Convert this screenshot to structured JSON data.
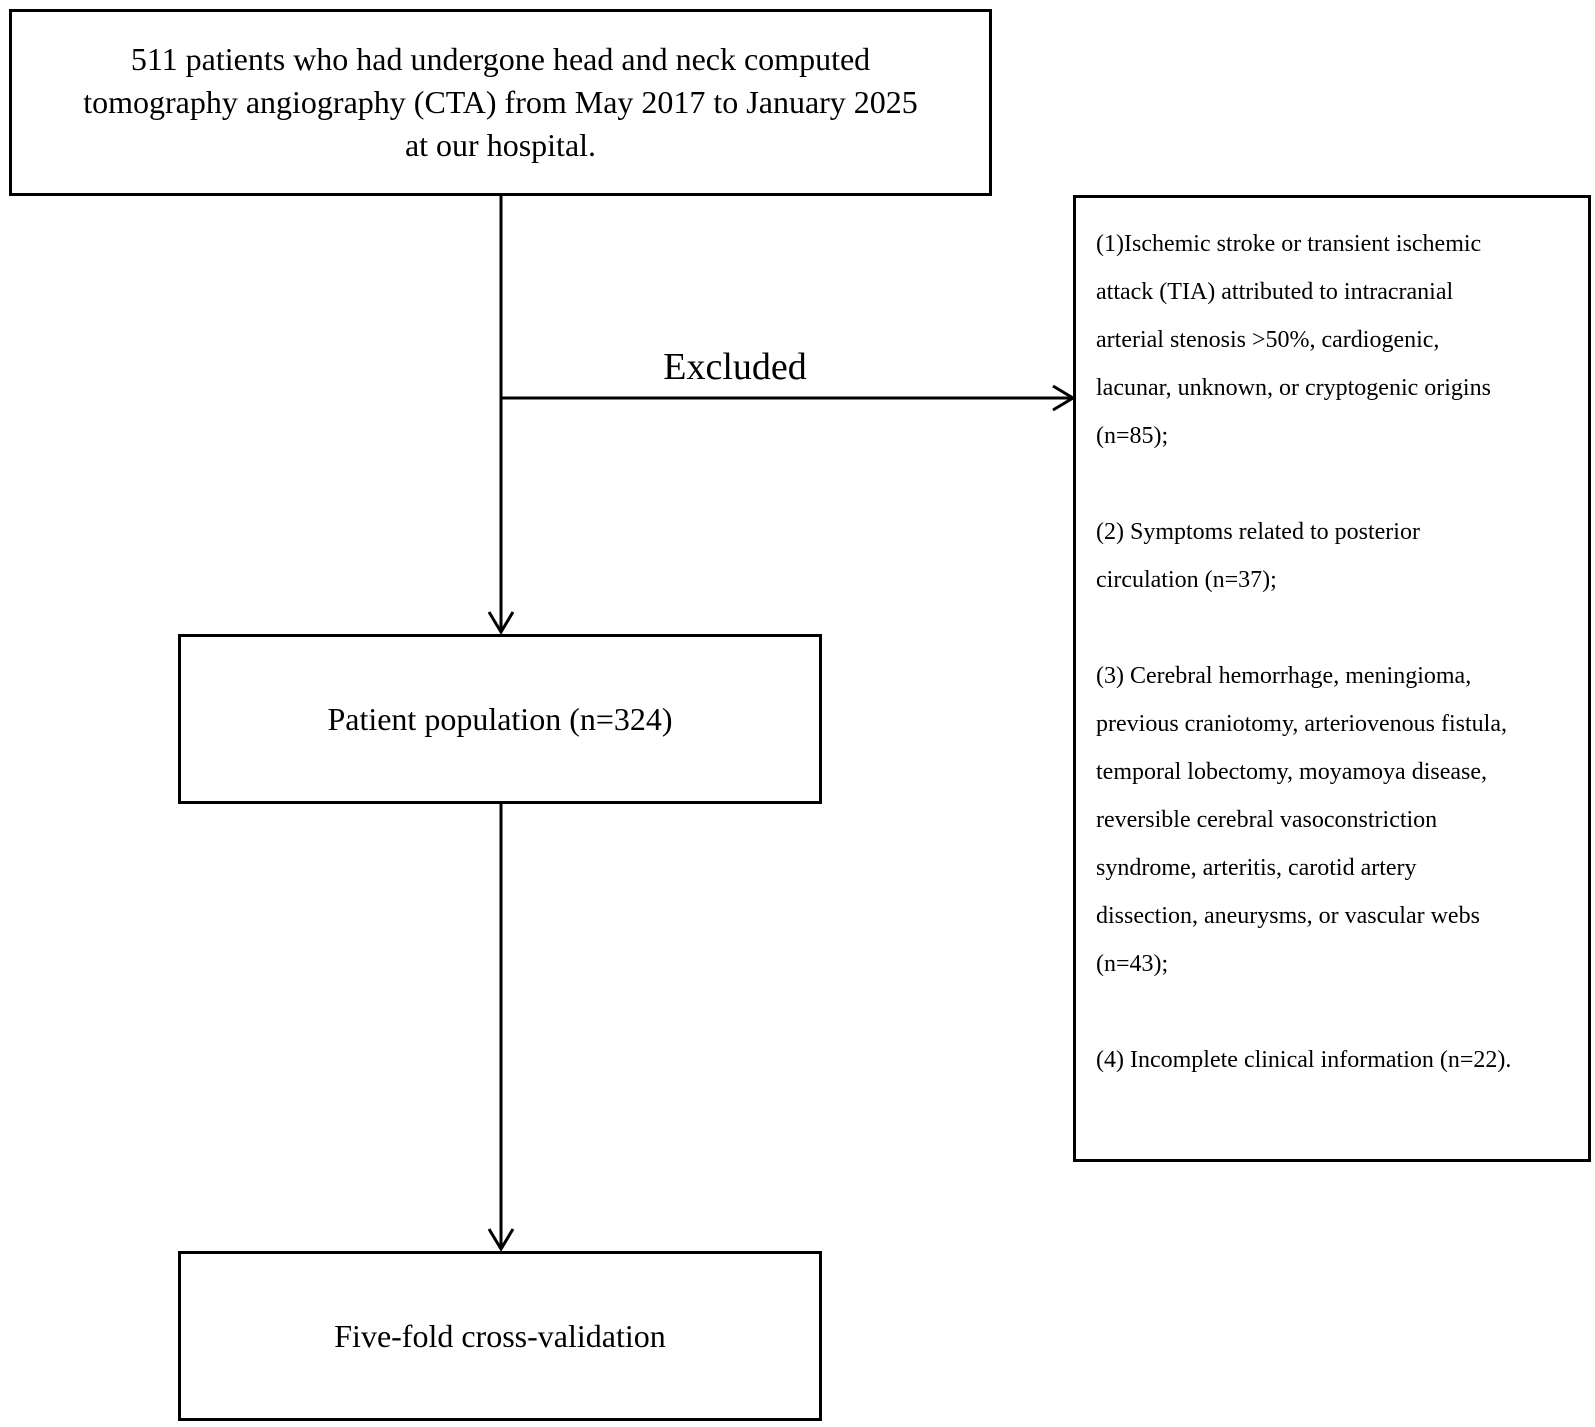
{
  "nodes": {
    "start": {
      "lines": [
        "511 patients who had undergone head and neck computed",
        "tomography angiography (CTA) from May 2017 to January 2025",
        "at our hospital."
      ]
    },
    "population": {
      "text": "Patient population (n=324)"
    },
    "validation": {
      "text": "Five-fold cross-validation"
    },
    "exclusions": {
      "items": [
        {
          "lines": [
            "(1)Ischemic stroke or transient ischemic",
            "attack (TIA) attributed to intracranial",
            "arterial stenosis >50%, cardiogenic,",
            "lacunar, unknown, or cryptogenic origins",
            "(n=85);"
          ]
        },
        {
          "lines": [
            "(2) Symptoms related to posterior",
            "circulation (n=37);"
          ]
        },
        {
          "lines": [
            "(3) Cerebral hemorrhage, meningioma,",
            "previous craniotomy, arteriovenous fistula,",
            "temporal lobectomy, moyamoya disease,",
            "reversible cerebral vasoconstriction",
            "syndrome, arteritis, carotid artery",
            "dissection, aneurysms, or vascular webs",
            "(n=43);"
          ]
        },
        {
          "lines": [
            "(4)  Incomplete clinical information (n=22)."
          ]
        }
      ]
    }
  },
  "edges": {
    "excluded_label": "Excluded"
  }
}
